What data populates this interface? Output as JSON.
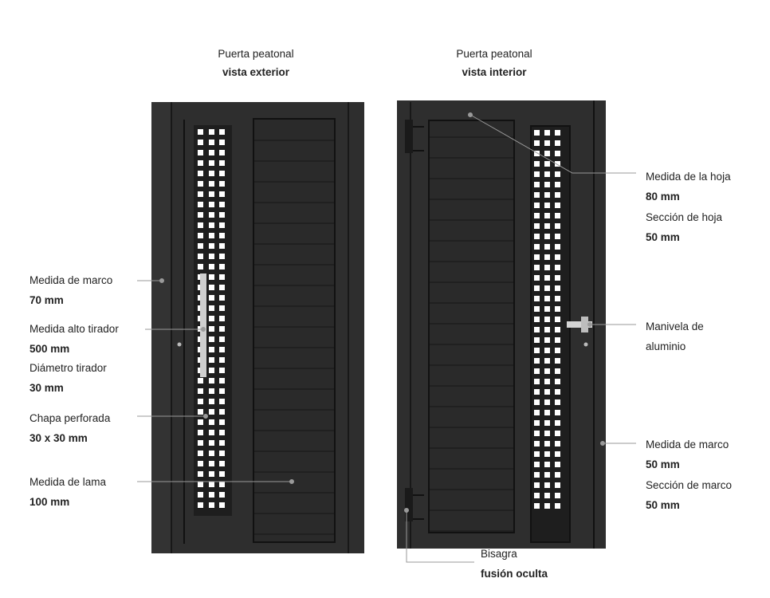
{
  "titles": {
    "exterior": {
      "line1": "Puerta peatonal",
      "line2": "vista exterior"
    },
    "interior": {
      "line1": "Puerta peatonal",
      "line2": "vista interior"
    }
  },
  "left_labels": {
    "marco": {
      "label": "Medida de marco",
      "value": "70 mm"
    },
    "tirador": {
      "label": "Medida alto tirador",
      "value": "500 mm"
    },
    "diametro": {
      "label": "Diámetro tirador",
      "value": "30 mm"
    },
    "chapa": {
      "label": "Chapa perforada",
      "value": "30 x 30 mm"
    },
    "lama": {
      "label": "Medida de lama",
      "value": "100 mm"
    }
  },
  "right_labels": {
    "hoja": {
      "label": "Medida de la hoja",
      "value": "80 mm"
    },
    "seccion_hoja": {
      "label": "Sección de hoja",
      "value": "50 mm"
    },
    "manivela": {
      "line1": "Manivela de",
      "line2": "aluminio"
    },
    "marco": {
      "label": "Medida de marco",
      "value": "50 mm"
    },
    "seccion_marco": {
      "label": "Sección de marco",
      "value": "50 mm"
    },
    "bisagra": {
      "label": "Bisagra",
      "value": "fusión oculta"
    }
  },
  "colors": {
    "door": "#2b2b2b",
    "leader": "#9a9a9a"
  }
}
